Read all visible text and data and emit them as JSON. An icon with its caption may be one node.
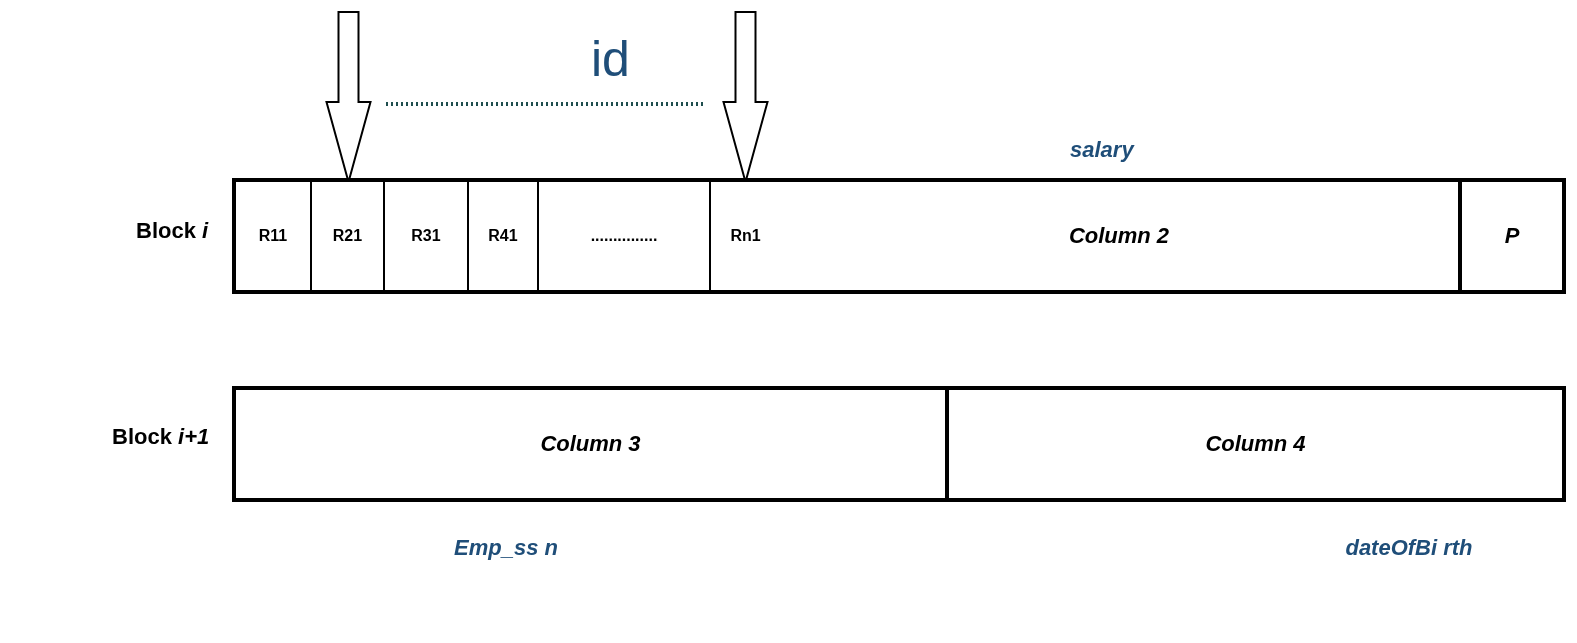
{
  "diagram": {
    "nodes": [
      {
        "text": [],
        "shape": "box",
        "beside": [
          "Block *i*"
        ]
      },
      {
        "text": [],
        "shape": "box",
        "in": 0,
        "beside": [
          "id"
        ]
      },
      {
        "text": [
          "R11"
        ],
        "in": 1
      },
      {
        "text": [
          "R21"
        ],
        "in": 1
      },
      {
        "text": [
          "R31"
        ],
        "in": 1
      },
      {
        "text": [
          "R41"
        ],
        "in": 1
      },
      {
        "text": [
          "..............."
        ],
        "in": 1
      },
      {
        "text": [
          "Rn1"
        ],
        "in": 1
      },
      {
        "text": [
          "Column 2"
        ],
        "in": 0,
        "beside": [
          "salary"
        ]
      },
      {
        "text": [
          "P"
        ],
        "in": 0
      },
      {
        "text": [],
        "shape": "box",
        "beside": [
          "Block *i+1*"
        ]
      },
      {
        "text": [
          "Column 3"
        ],
        "in": 10,
        "beside": [
          "Emp_ss n"
        ]
      },
      {
        "text": [
          "Column 4"
        ],
        "in": 10,
        "beside": [
          "dateOfBi rth"
        ]
      }
    ],
    "edges": [
      {
        "from": null,
        "to": 3,
        "arrow": "to"
      },
      {
        "from": null,
        "to": 7,
        "arrow": "to"
      }
    ]
  }
}
